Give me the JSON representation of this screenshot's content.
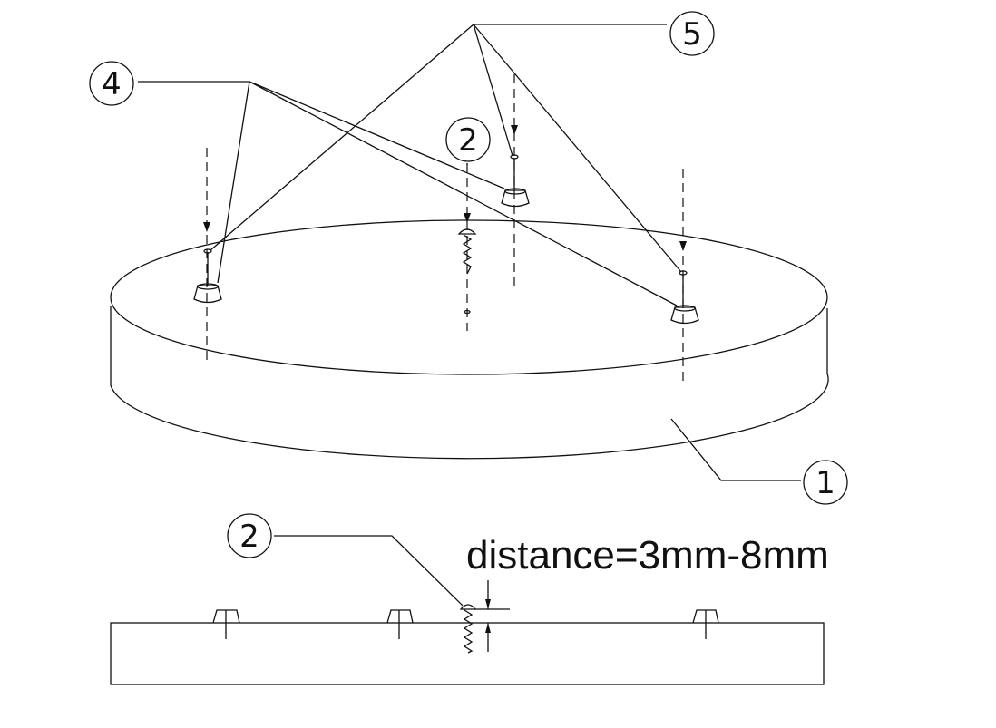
{
  "labels": {
    "part1": "1",
    "part2_top": "2",
    "part4": "4",
    "part5": "5",
    "part2_bottom": "2"
  },
  "dimension": "distance=3mm-8mm"
}
